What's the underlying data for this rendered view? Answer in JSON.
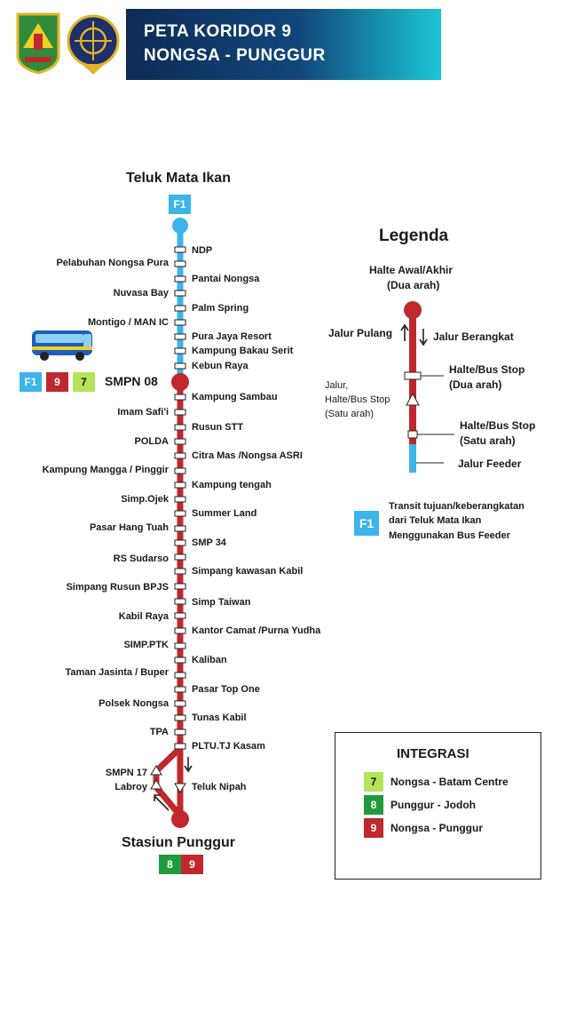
{
  "header": {
    "title_line1": "PETA KORIDOR 9",
    "title_line2": "NONGSA - PUNGGUR",
    "logo_left": "Batam city emblem",
    "logo_right": "ministry of transportation emblem"
  },
  "route": {
    "start_terminal": "Teluk Mata Ikan",
    "start_badge": "F1",
    "end_terminal": "Stasiun Punggur",
    "end_badges": [
      "8",
      "9"
    ],
    "major_stop": "SMPN 08",
    "major_stop_badges": [
      "F1",
      "9",
      "7"
    ],
    "stops_right": [
      "NDP",
      "Pantai Nongsa",
      "Palm Spring",
      "Pura Jaya Resort",
      "Kampung Bakau Serit",
      "Kebun Raya",
      "Kampung Sambau",
      "Rusun STT",
      "Citra Mas /Nongsa ASRI",
      "Kampung tengah",
      "Summer Land",
      "SMP 34",
      "Simpang kawasan Kabil",
      "Simp Taiwan",
      "Kantor Camat /Purna Yudha",
      "Kaliban",
      "Pasar Top One",
      "Tunas Kabil",
      "PLTU.TJ Kasam",
      "Teluk Nipah"
    ],
    "stops_left": [
      "Pelabuhan Nongsa Pura",
      "Nuvasa Bay",
      "Montigo / MAN IC",
      "Imam Safi'i",
      "POLDA",
      "Kampung Mangga / Pinggir",
      "Simp.Ojek",
      "Pasar Hang Tuah",
      "RS Sudarso",
      "Simpang Rusun BPJS",
      "Kabil Raya",
      "SIMP.PTK",
      "Taman Jasinta / Buper",
      "Polsek Nongsa",
      "TPA",
      "SMPN 17",
      "Labroy"
    ]
  },
  "legend": {
    "title": "Legenda",
    "halte_awal": "Halte Awal/Akhir",
    "halte_awal_sub": "(Dua arah)",
    "jalur_pulang": "Jalur Pulang",
    "jalur_berangkat": "Jalur Berangkat",
    "halte_dua": "Halte/Bus Stop",
    "halte_dua_sub": "(Dua arah)",
    "jalur_satu_1": "Jalur,",
    "jalur_satu_2": "Halte/Bus Stop",
    "jalur_satu_3": "(Satu arah)",
    "halte_satu": "Halte/Bus Stop",
    "halte_satu_sub": "(Satu arah)",
    "jalur_feeder": "Jalur Feeder",
    "f1_badge": "F1",
    "transit_1": "Transit tujuan/keberangkatan",
    "transit_2": "dari Teluk Mata Ikan",
    "transit_3": "Menggunakan Bus Feeder"
  },
  "integrasi": {
    "title": "INTEGRASI",
    "items": [
      {
        "badge": "7",
        "label": "Nongsa - Batam Centre"
      },
      {
        "badge": "8",
        "label": "Punggur - Jodoh"
      },
      {
        "badge": "9",
        "label": "Nongsa - Punggur"
      }
    ]
  },
  "colors": {
    "route_red": "#c0282e",
    "feeder_blue": "#3db4ea",
    "corridor7_green": "#b5e35a",
    "corridor8_green": "#1f9a3e",
    "header_dark": "#0d2b55",
    "header_cyan": "#1cc6d4"
  }
}
